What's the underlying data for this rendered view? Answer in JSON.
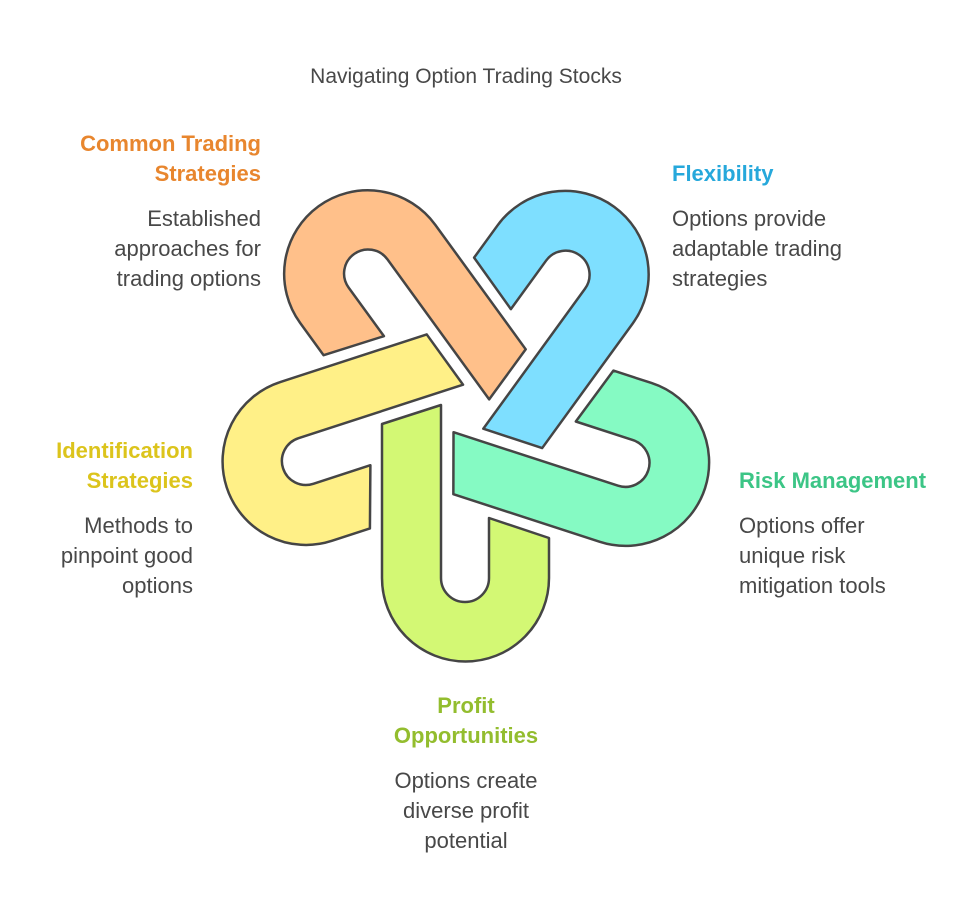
{
  "title": "Navigating Option Trading Stocks",
  "colors": {
    "outline": "#454545",
    "text": "#484848"
  },
  "items": [
    {
      "key": "common",
      "heading": [
        "Common Trading",
        "Strategies"
      ],
      "description": [
        "Established",
        "approaches for",
        "trading options"
      ],
      "heading_color": "#E8862E",
      "fill": "#FFC08A"
    },
    {
      "key": "flexibility",
      "heading": [
        "Flexibility"
      ],
      "description": [
        "Options provide",
        "adaptable trading",
        "strategies"
      ],
      "heading_color": "#26A8DB",
      "fill": "#7EDFFF"
    },
    {
      "key": "risk",
      "heading": [
        "Risk Management"
      ],
      "description": [
        "Options offer",
        "unique risk",
        "mitigation tools"
      ],
      "heading_color": "#3CC586",
      "fill": "#85FAC3"
    },
    {
      "key": "profit",
      "heading": [
        "Profit",
        "Opportunities"
      ],
      "description": [
        "Options create",
        "diverse profit",
        "potential"
      ],
      "heading_color": "#93BD2E",
      "fill": "#D3F874"
    },
    {
      "key": "identification",
      "heading": [
        "Identification",
        "Strategies"
      ],
      "description": [
        "Methods to",
        "pinpoint good",
        "options"
      ],
      "heading_color": "#DCC41C",
      "fill": "#FFF087"
    }
  ]
}
